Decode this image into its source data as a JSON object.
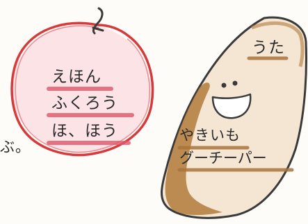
{
  "apple": {
    "words": [
      "えほん",
      "ふくろう",
      "ほ、ほう"
    ],
    "outline_color": "#d63a3a",
    "stem_color": "#3a3a3a"
  },
  "partial_text": "ぶ。",
  "sweet_potato": {
    "words": [
      "うた",
      "やきいも",
      "グーチーパー"
    ],
    "skin_color": "#b07a3c",
    "outline_color": "#3a3a3a",
    "face": "smiling-face"
  },
  "underline_colors": {
    "red": "#e0576a",
    "brown": "#a8753c"
  }
}
